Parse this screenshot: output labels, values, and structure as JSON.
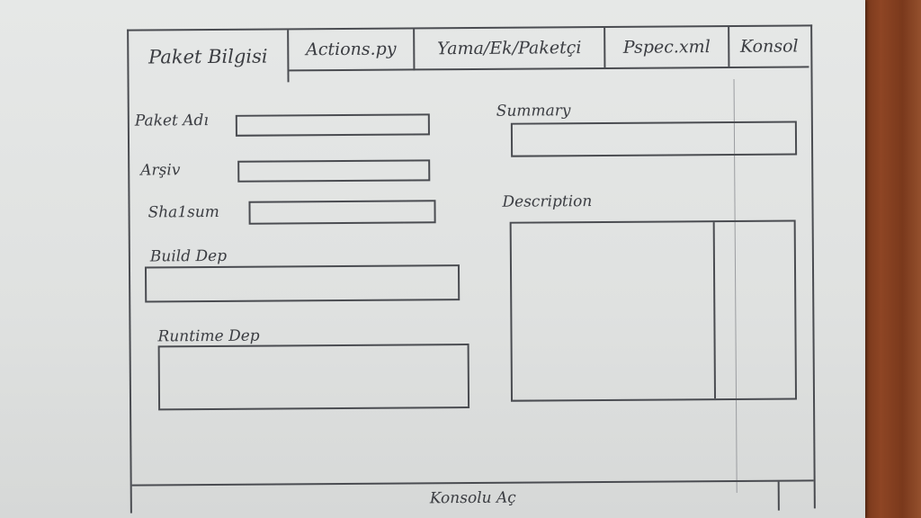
{
  "tabs": [
    {
      "label": "Paket Bilgisi",
      "active": true
    },
    {
      "label": "Actions.py",
      "active": false
    },
    {
      "label": "Yama/Ek/Paketçi",
      "active": false
    },
    {
      "label": "Pspec.xml",
      "active": false
    },
    {
      "label": "Konsol",
      "active": false
    }
  ],
  "form": {
    "paket_adi_label": "Paket Adı",
    "arsiv_label": "Arşiv",
    "sha1sum_label": "Sha1sum",
    "build_dep_label": "Build Dep",
    "runtime_dep_label": "Runtime Dep",
    "summary_label": "Summary",
    "description_label": "Description"
  },
  "console": {
    "open_label": "Konsolu Aç"
  }
}
